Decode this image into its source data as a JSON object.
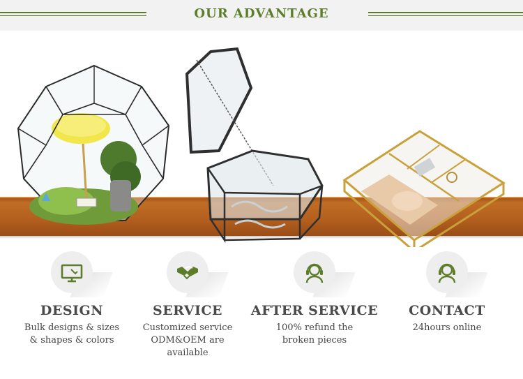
{
  "header": {
    "title": "OUR ADVANTAGE"
  },
  "colors": {
    "accent": "#5e7d2a",
    "shelf": "#b4601f",
    "brass": "#c9a13a"
  },
  "features": [
    {
      "icon": "display-icon",
      "title": "DESIGN",
      "lines": [
        "Bulk designs & sizes",
        "& shapes & colors"
      ]
    },
    {
      "icon": "handshake-icon",
      "title": "SERVICE",
      "lines": [
        "Customized service",
        "ODM&OEM are",
        "available"
      ]
    },
    {
      "icon": "headset-icon",
      "title": "AFTER SERVICE",
      "lines": [
        "100% refund the",
        "broken pieces"
      ]
    },
    {
      "icon": "headset-icon",
      "title": "CONTACT",
      "lines": [
        "24hours online"
      ]
    }
  ]
}
